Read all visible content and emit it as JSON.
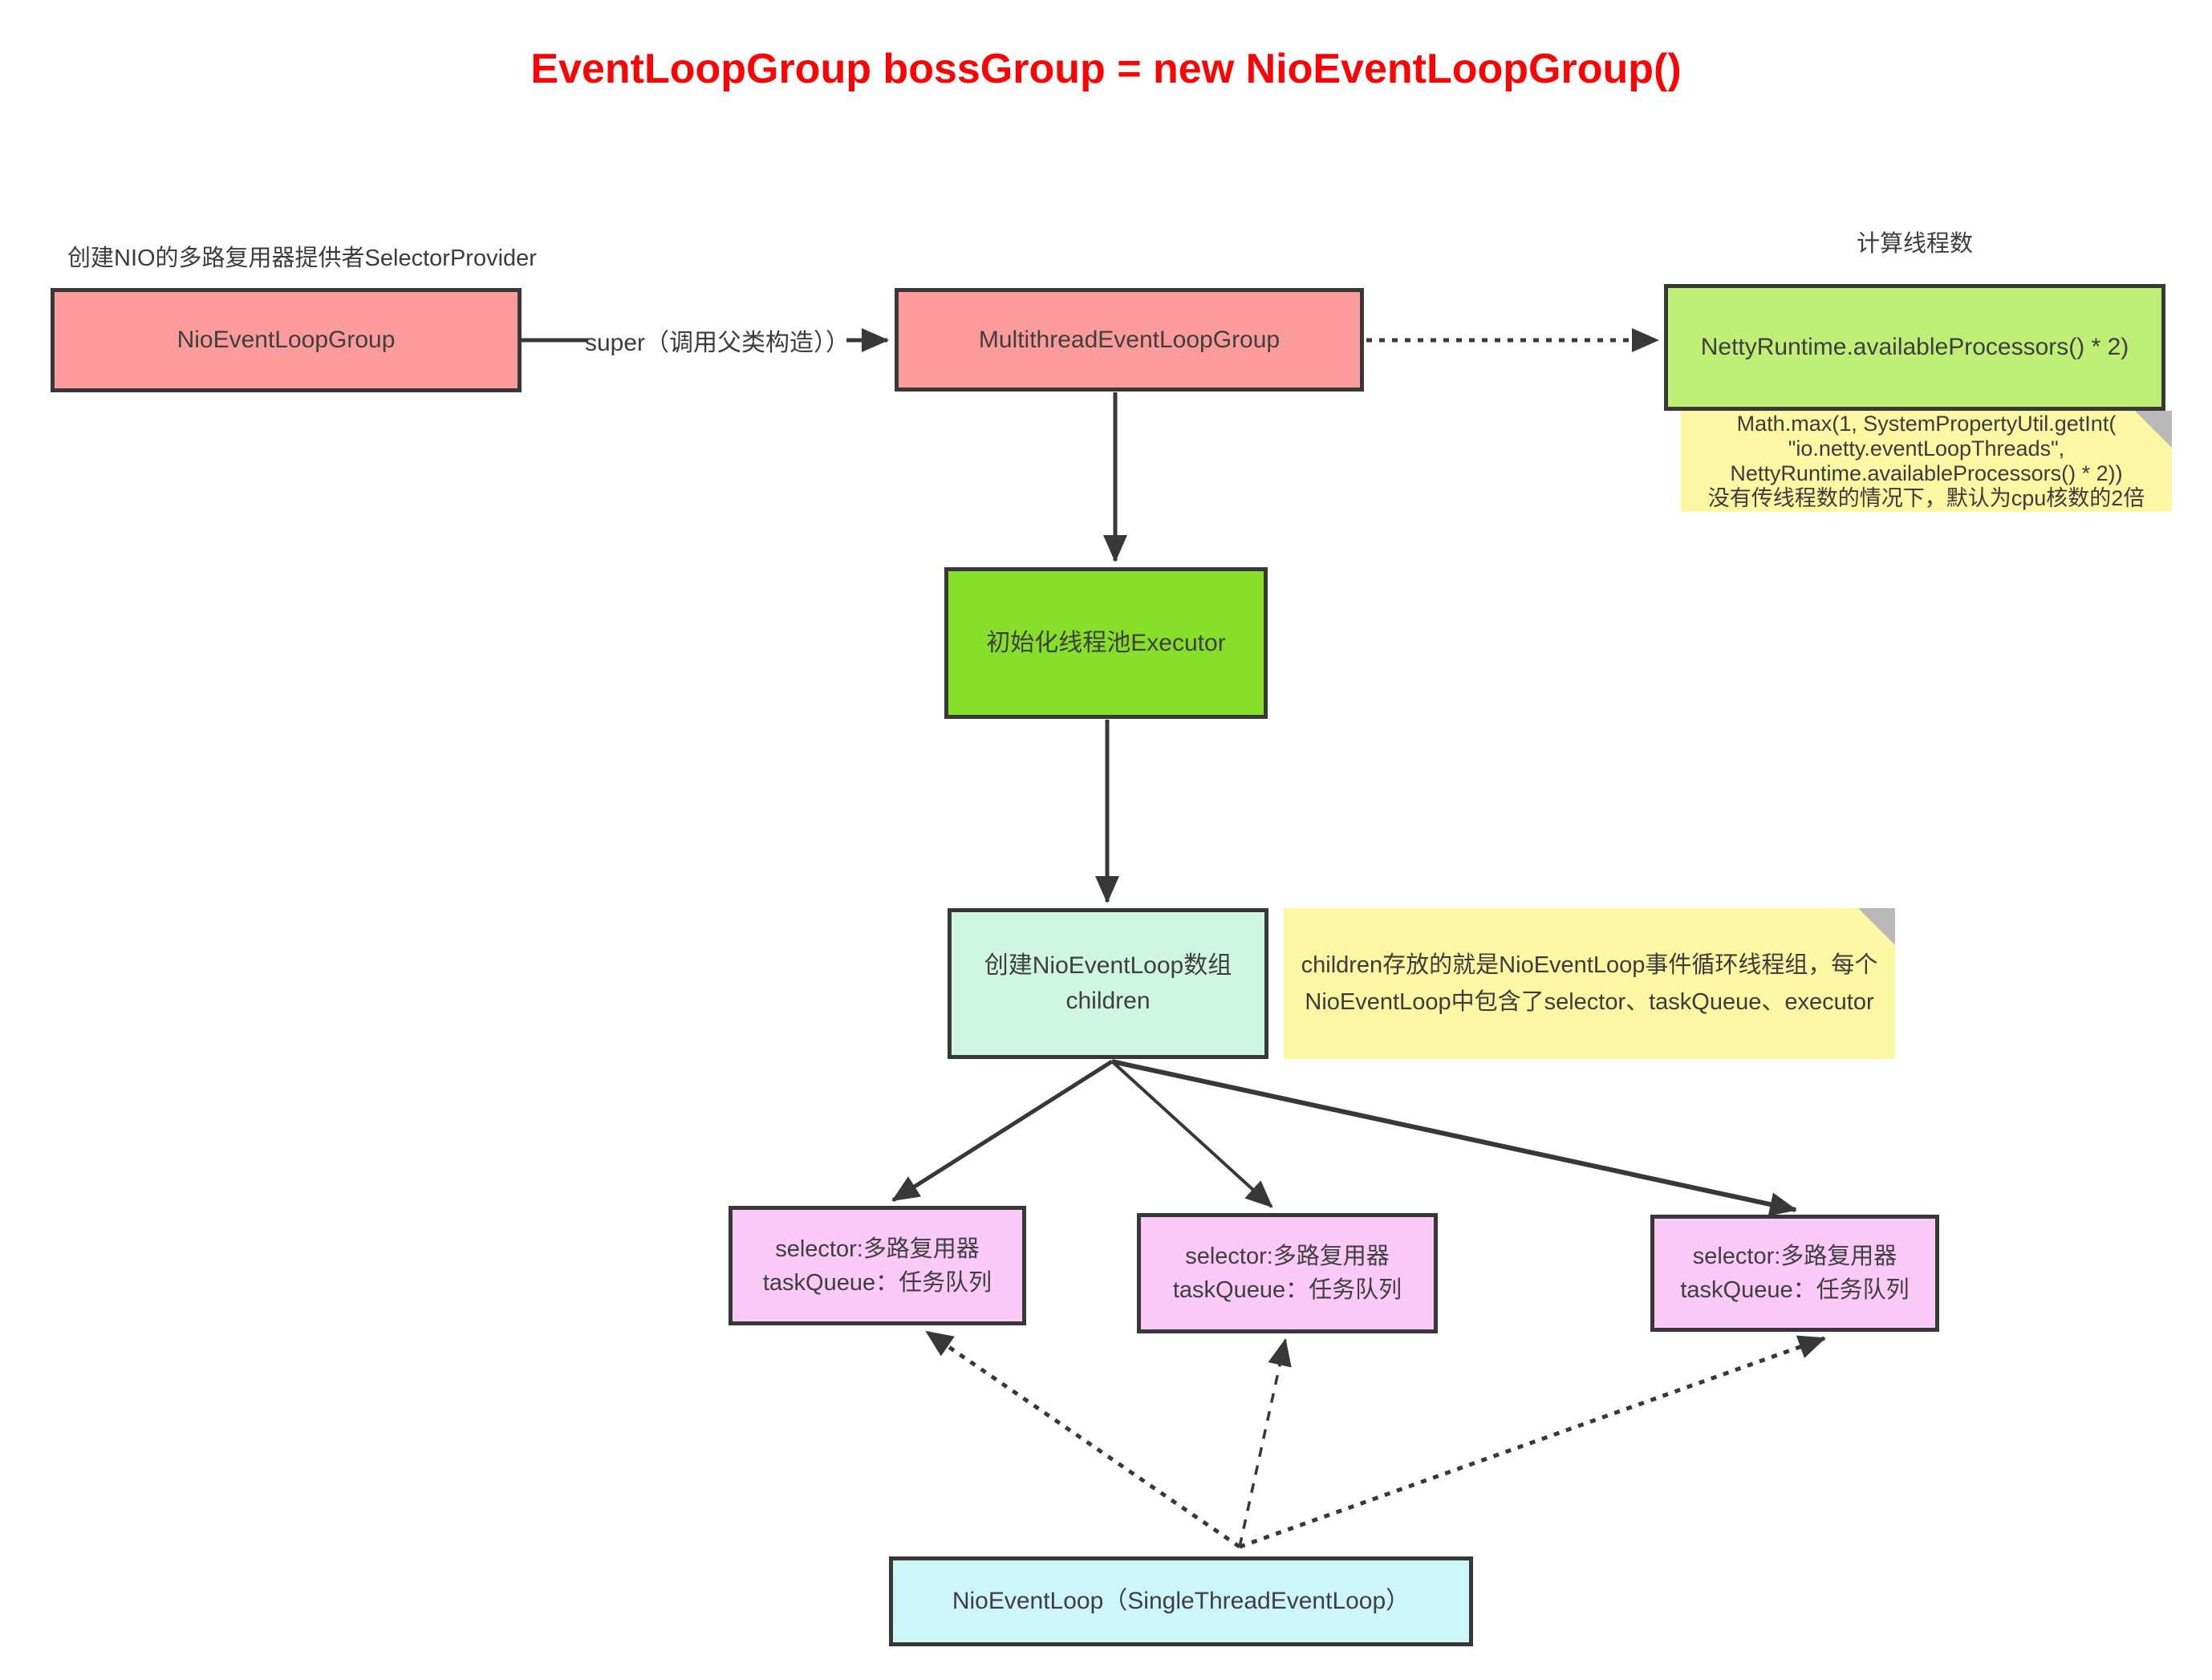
{
  "title": "EventLoopGroup bossGroup = new NioEventLoopGroup()",
  "labels": {
    "selector_provider": "创建NIO的多路复用器提供者SelectorProvider",
    "thread_count": "计算线程数",
    "super_call": "super（调用父类构造））"
  },
  "nodes": {
    "nio_event_loop_group": {
      "label": "NioEventLoopGroup"
    },
    "multithread_event_loop_group": {
      "label": "MultithreadEventLoopGroup"
    },
    "netty_runtime": {
      "label": "NettyRuntime.availableProcessors() * 2)"
    },
    "executor": {
      "label": "初始化线程池Executor"
    },
    "children": {
      "lines": [
        "创建NioEventLoop数组",
        "children"
      ]
    },
    "event_loop_1": {
      "lines": [
        "selector:多路复用器",
        "taskQueue：任务队列"
      ]
    },
    "event_loop_2": {
      "lines": [
        "selector:多路复用器",
        "taskQueue：任务队列"
      ]
    },
    "event_loop_3": {
      "lines": [
        "selector:多路复用器",
        "taskQueue：任务队列"
      ]
    },
    "nio_event_loop": {
      "label": "NioEventLoop（SingleThreadEventLoop）"
    }
  },
  "notes": {
    "thread_calc": {
      "lines": [
        "Math.max(1, SystemPropertyUtil.getInt(",
        "\"io.netty.eventLoopThreads\",",
        "NettyRuntime.availableProcessors() * 2))",
        "没有传线程数的情况下，默认为cpu核数的2倍"
      ]
    },
    "children_note": {
      "lines": [
        "children存放的就是NioEventLoop事件循环线程组，每个",
        "NioEventLoop中包含了selector、taskQueue、executor"
      ]
    }
  },
  "colors": {
    "title_red": "#fa0505",
    "node_pink": "#fb9b9b",
    "node_light_green": "#c0ef78",
    "node_bright_green": "#86e02a",
    "node_mint": "#cff5e3",
    "node_purple": "#fac9f8",
    "node_cyan": "#ccf6f9",
    "note_yellow": "#fbf7a2",
    "border_dark": "#383838",
    "fold_gray": "#b9b9b9"
  }
}
